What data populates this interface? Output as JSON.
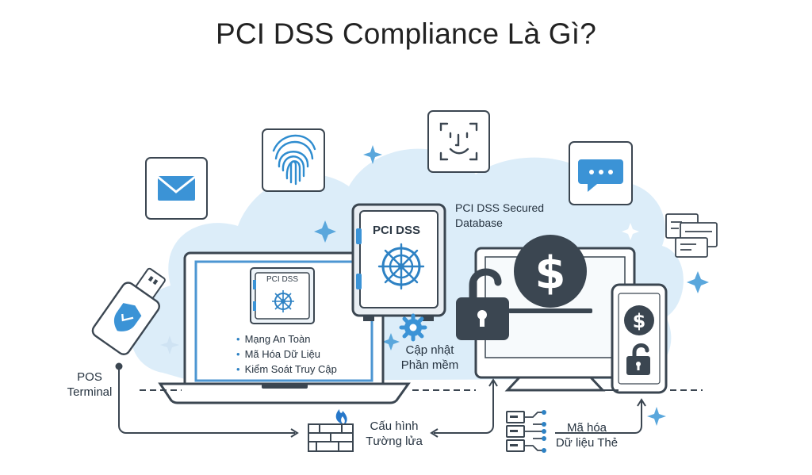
{
  "title": "PCI DSS Compliance Là Gì?",
  "safe_label": "PCI DSS",
  "laptop_safe_label": "PCI DSS",
  "database_label": [
    "PCI DSS Secured",
    "Database"
  ],
  "laptop_features": [
    "Mạng An Toàn",
    "Mã Hóa Dữ Liệu",
    "Kiểm Soát Truy Cập"
  ],
  "update_label": [
    "Cập nhật",
    "Phần mềm"
  ],
  "pos_label": [
    "POS",
    "Terminal"
  ],
  "firewall_label": [
    "Cấu hình",
    "Tường lửa"
  ],
  "encrypt_label": [
    "Mã hóa",
    "Dữ liệu Thẻ"
  ],
  "icons": [
    "mail-icon",
    "fingerprint-icon",
    "face-id-icon",
    "chat-icon",
    "credit-card-icon",
    "usb-shield-icon",
    "safe-icon",
    "gear-icon",
    "padlock-icon",
    "dollar-icon",
    "firewall-icon",
    "server-icon"
  ],
  "colors": {
    "accent": "#2e82c4",
    "dark": "#3b4651",
    "cloud": "#dcedf9",
    "fire": "#2677c9"
  }
}
